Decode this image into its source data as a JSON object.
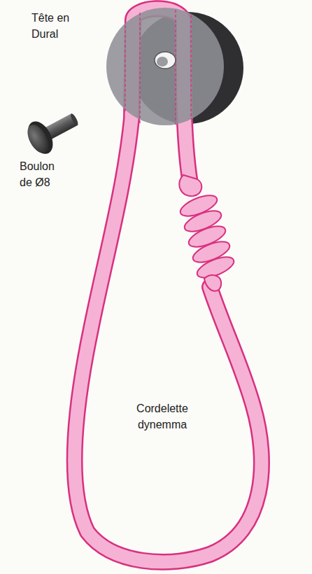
{
  "diagram": {
    "labels": [
      "Tête en Dural",
      "Boulon de Ø8",
      "Cordelette dynemma"
    ]
  }
}
